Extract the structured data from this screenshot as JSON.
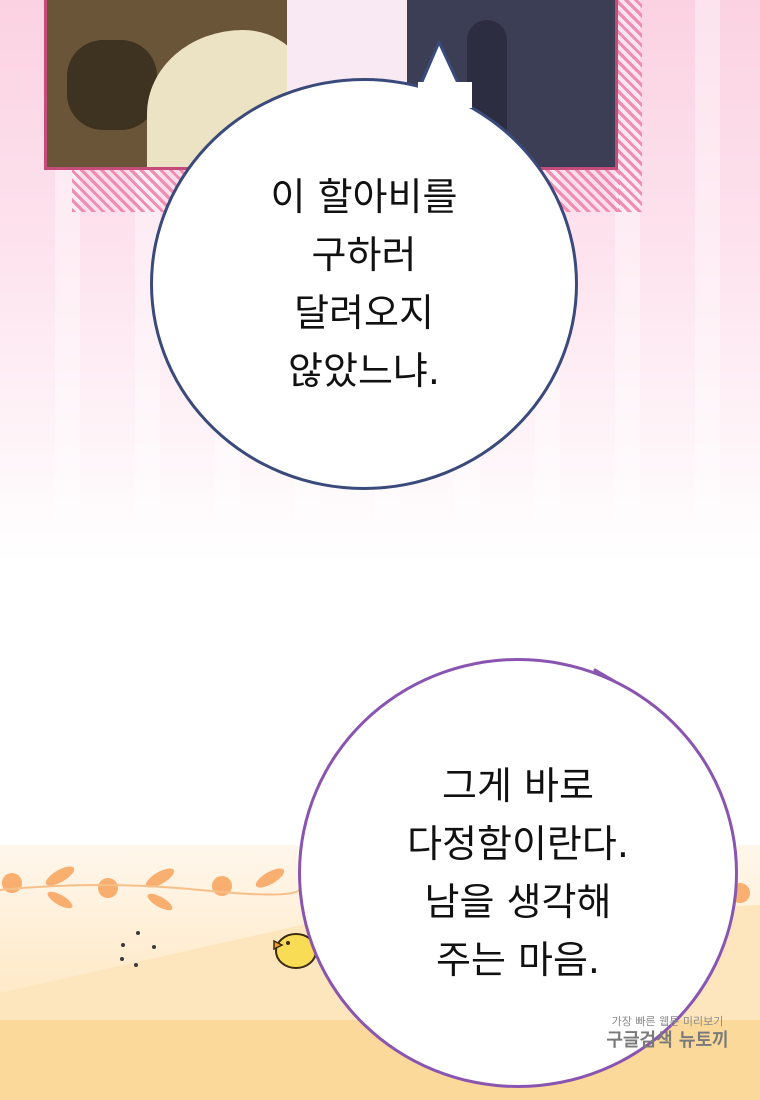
{
  "bubbles": [
    {
      "lines": [
        "이 할아비를",
        "구하러",
        "달려오지",
        "않았느냐."
      ]
    },
    {
      "lines": [
        "그게 바로",
        "다정함이란다.",
        "남을 생각해",
        "주는 마음."
      ]
    }
  ],
  "watermark": {
    "line1": "가장 빠른 웹툰 미리보기",
    "line2": "구글검색 뉴토끼"
  },
  "colors": {
    "bubble1_border": "#3a4a7a",
    "bubble2_border": "#8a55b0",
    "panel_border": "#c44b7a"
  }
}
